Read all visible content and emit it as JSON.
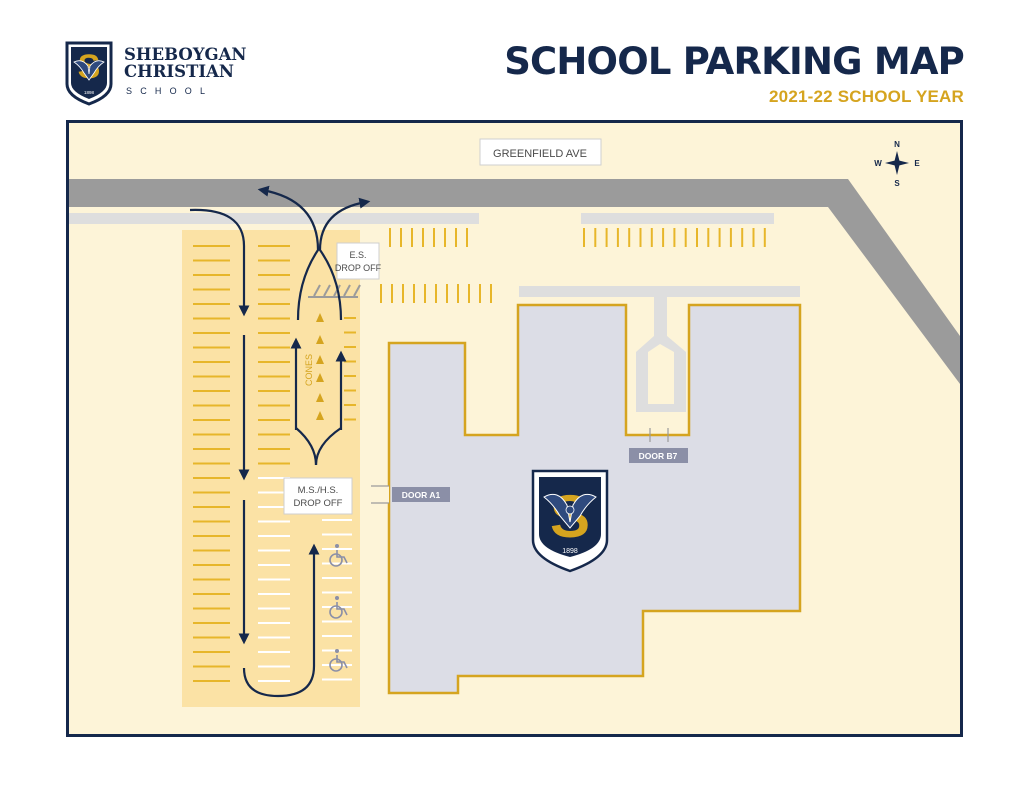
{
  "header": {
    "school_name_line1": "SHEBOYGAN",
    "school_name_line2": "CHRISTIAN",
    "school_name_line3": "SCHOOL",
    "logo_year": "1898",
    "title": "SCHOOL PARKING MAP",
    "subtitle": "2021-22 SCHOOL YEAR"
  },
  "map": {
    "street_label": "GREENFIELD AVE",
    "compass": {
      "n": "N",
      "s": "S",
      "e": "E",
      "w": "W"
    },
    "es_dropoff": {
      "line1": "E.S.",
      "line2": "DROP OFF"
    },
    "mshs_dropoff": {
      "line1": "M.S./H.S.",
      "line2": "DROP OFF"
    },
    "cones_label": "CONES",
    "door_a1": "DOOR A1",
    "door_b7": "DOOR B7",
    "building_logo_year": "1898"
  },
  "colors": {
    "navy": "#15284b",
    "gold": "#d5a41f",
    "cream": "#fdf4d8",
    "lot_yellow": "#fbe2a5",
    "road_gray": "#9b9b9b",
    "building": "#dcdde6"
  }
}
